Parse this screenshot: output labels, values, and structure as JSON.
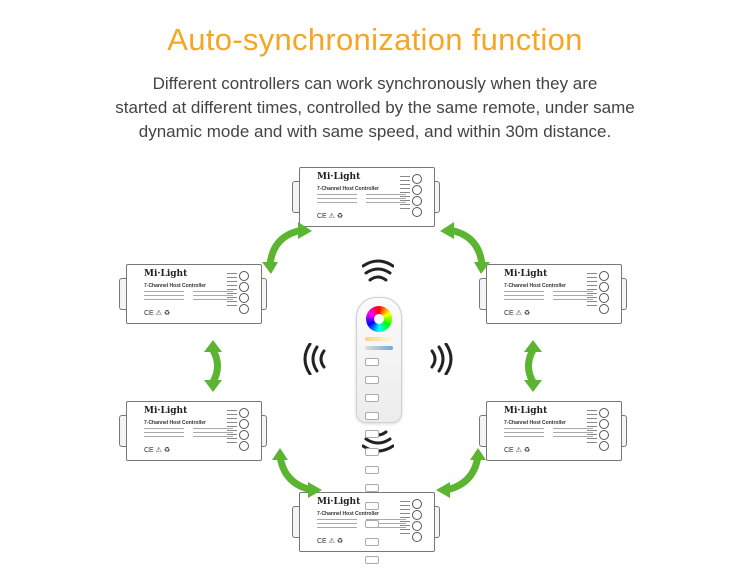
{
  "header": {
    "title": "Auto-synchronization function",
    "description_lines": [
      "Different controllers can work synchronously when they are",
      "started at different times, controlled by the same remote, under same",
      "dynamic mode and with same speed, and within 30m distance."
    ]
  },
  "controller": {
    "brand": "Mi·Light",
    "model": "7-Channel Host Controller"
  },
  "colors": {
    "title": "#f5a623",
    "arrow": "#5cb531",
    "wave": "#222222"
  },
  "icons": [
    "sync-arrow-icon",
    "signal-wave-icon",
    "remote-control"
  ]
}
